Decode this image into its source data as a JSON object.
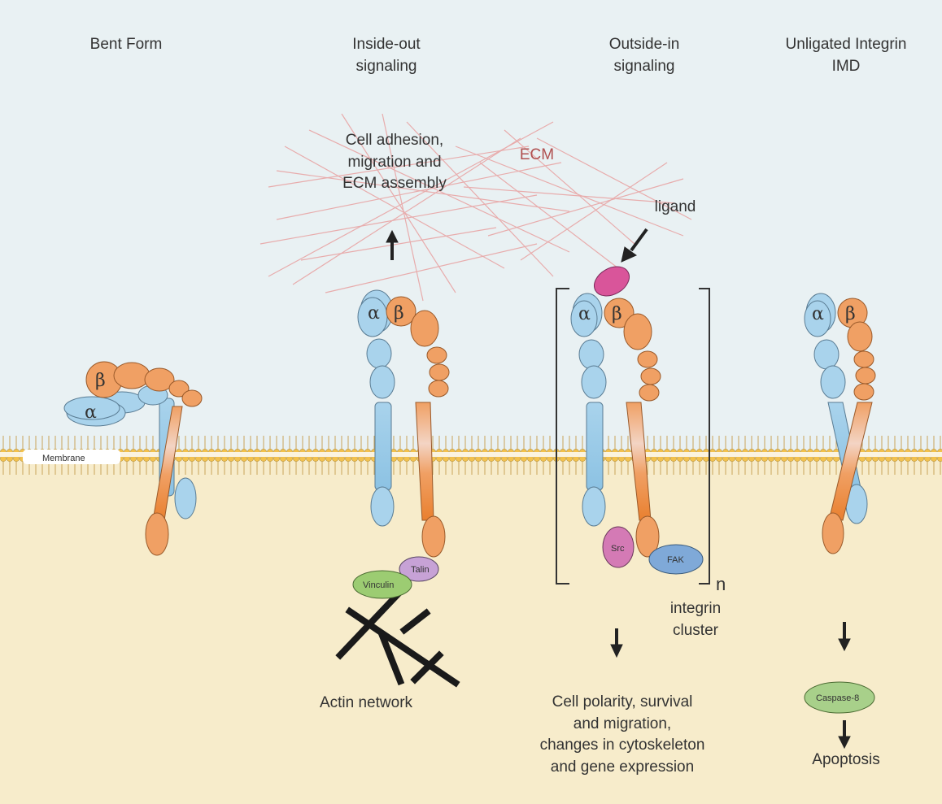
{
  "columns": {
    "bent": "Bent Form",
    "inside_out": [
      "Inside-out",
      "signaling"
    ],
    "outside_in": [
      "Outside-in",
      "signaling"
    ],
    "unligated": [
      "Unligated Integrin",
      "IMD"
    ]
  },
  "labels": {
    "ecm": "ECM",
    "ligand": "ligand",
    "cell_adhesion": [
      "Cell adhesion,",
      "migration and",
      "ECM assembly"
    ],
    "membrane": "Membrane",
    "talin": "Talin",
    "vinculin": "Vinculin",
    "src": "Src",
    "fak": "FAK",
    "caspase": "Caspase-8",
    "n": "n",
    "cluster": [
      "integrin",
      "cluster"
    ],
    "actin": "Actin network",
    "outcome_outside": [
      "Cell polarity, survival",
      "and migration,",
      "changes in cytoskeleton",
      "and gene expression"
    ],
    "apoptosis": "Apoptosis",
    "alpha": "α",
    "beta": "β"
  },
  "colors": {
    "extracellular": "#e9f1f3",
    "cytoplasm": "#f7eccb",
    "alpha_subunit": "#a9d3ec",
    "beta_subunit": "#f0a064",
    "lipid_head": "#f2c14e",
    "ecm_fibre": "#e8a0a0",
    "ligand": "#d9559a",
    "talin": "#c7a2d6",
    "vinculin": "#9ccc72",
    "src": "#d47ab5",
    "fak": "#7fa9d8",
    "caspase": "#a8d08a"
  }
}
